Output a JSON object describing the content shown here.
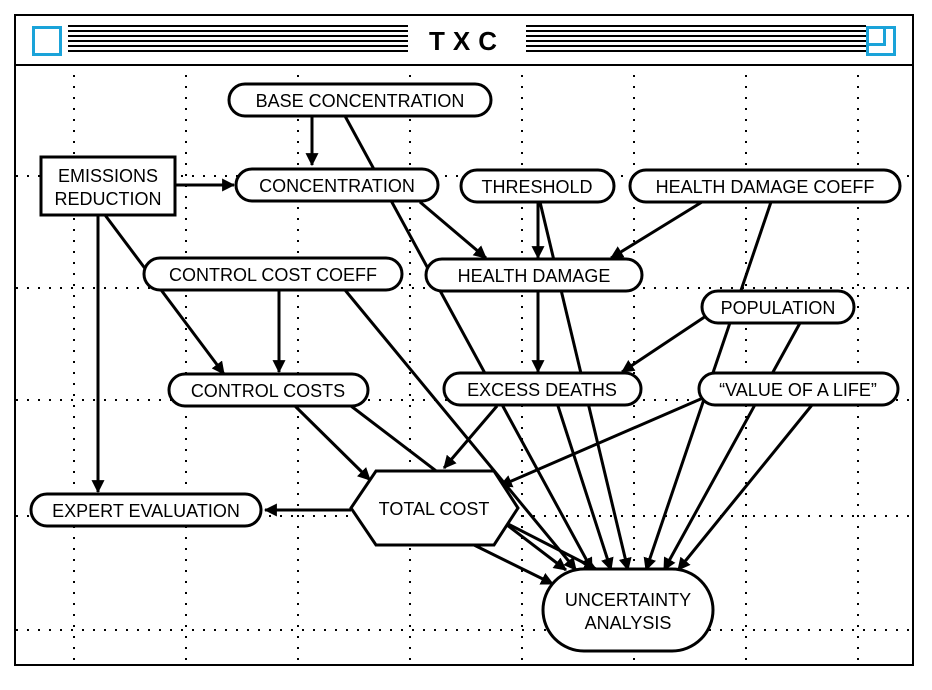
{
  "window": {
    "title": "TXC"
  },
  "nodes": {
    "base_concentration": "BASE CONCENTRATION",
    "emissions_reduction_line1": "EMISSIONS",
    "emissions_reduction_line2": "REDUCTION",
    "concentration": "CONCENTRATION",
    "threshold": "THRESHOLD",
    "health_damage_coeff": "HEALTH DAMAGE COEFF",
    "control_cost_coeff": "CONTROL COST COEFF",
    "health_damage": "HEALTH DAMAGE",
    "population": "POPULATION",
    "control_costs": "CONTROL COSTS",
    "excess_deaths": "EXCESS DEATHS",
    "value_of_a_life": "“VALUE OF A LIFE”",
    "total_cost": "TOTAL COST",
    "expert_evaluation": "EXPERT EVALUATION",
    "uncertainty_analysis_line1": "UNCERTAINTY",
    "uncertainty_analysis_line2": "ANALYSIS"
  }
}
